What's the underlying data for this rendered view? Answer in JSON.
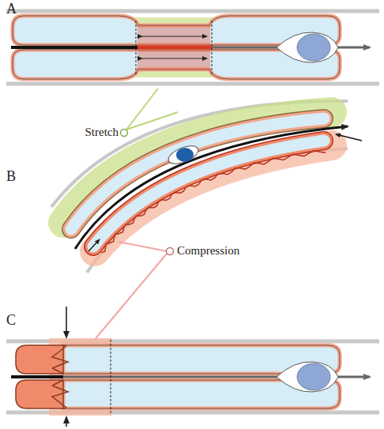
{
  "diagram": {
    "labels": [
      "A",
      "Stretch",
      "B",
      "Compression",
      "C"
    ]
  }
}
